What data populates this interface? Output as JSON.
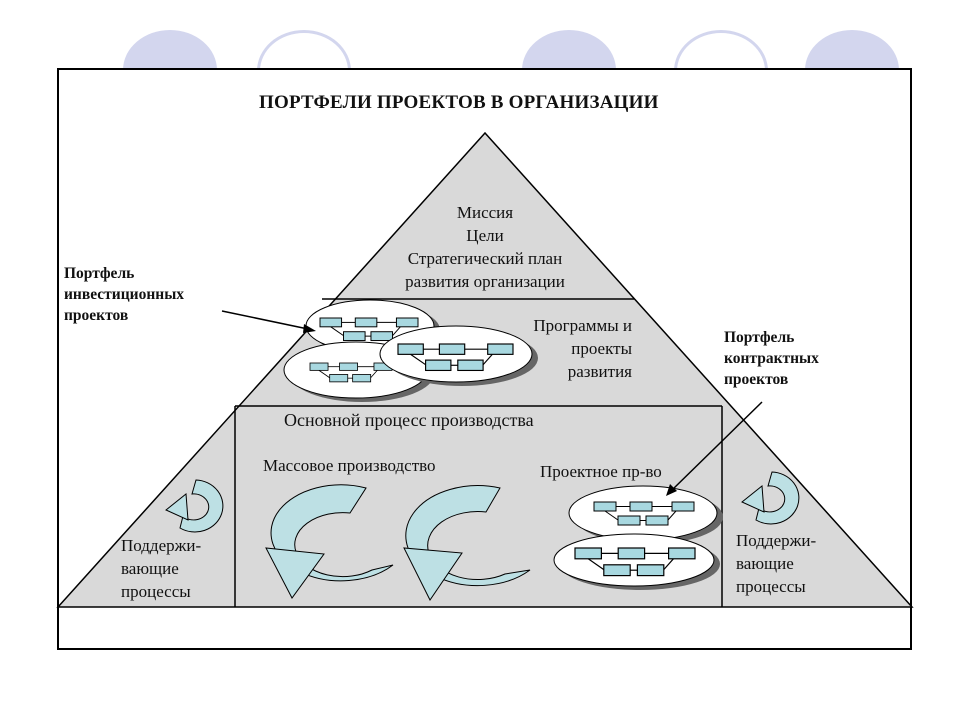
{
  "colors": {
    "pyramid_fill": "#d9d9d9",
    "cycle_fill": "#bde0e4",
    "node_fill": "#a8d8e0",
    "decor_arc": "#d3d6ee",
    "line": "#000000"
  },
  "icons": {
    "cycle": "circular-arrow-icon",
    "network": "project-network-ellipse"
  },
  "title": "ПОРТФЕЛИ ПРОЕКТОВ В ОРГАНИЗАЦИИ",
  "apex": {
    "line1": "Миссия",
    "line2": "Цели",
    "line3": "Стратегический план",
    "line4": "развития организации"
  },
  "programs": {
    "line1": "Программы и",
    "line2": "проекты",
    "line3": "развития"
  },
  "investment_label": {
    "line1": "Портфель",
    "line2": "инвестиционных",
    "line3": "проектов"
  },
  "contract_label": {
    "line1": "Портфель",
    "line2": "контрактных",
    "line3": "проектов"
  },
  "core_process": "Основной процесс производства",
  "mass_production": "Массовое производство",
  "project_production": "Проектное пр-во",
  "support_left": {
    "line1": "Поддержи-",
    "line2": "вающие",
    "line3": "процессы"
  },
  "support_right": {
    "line1": "Поддержи-",
    "line2": "вающие",
    "line3": "процессы"
  }
}
